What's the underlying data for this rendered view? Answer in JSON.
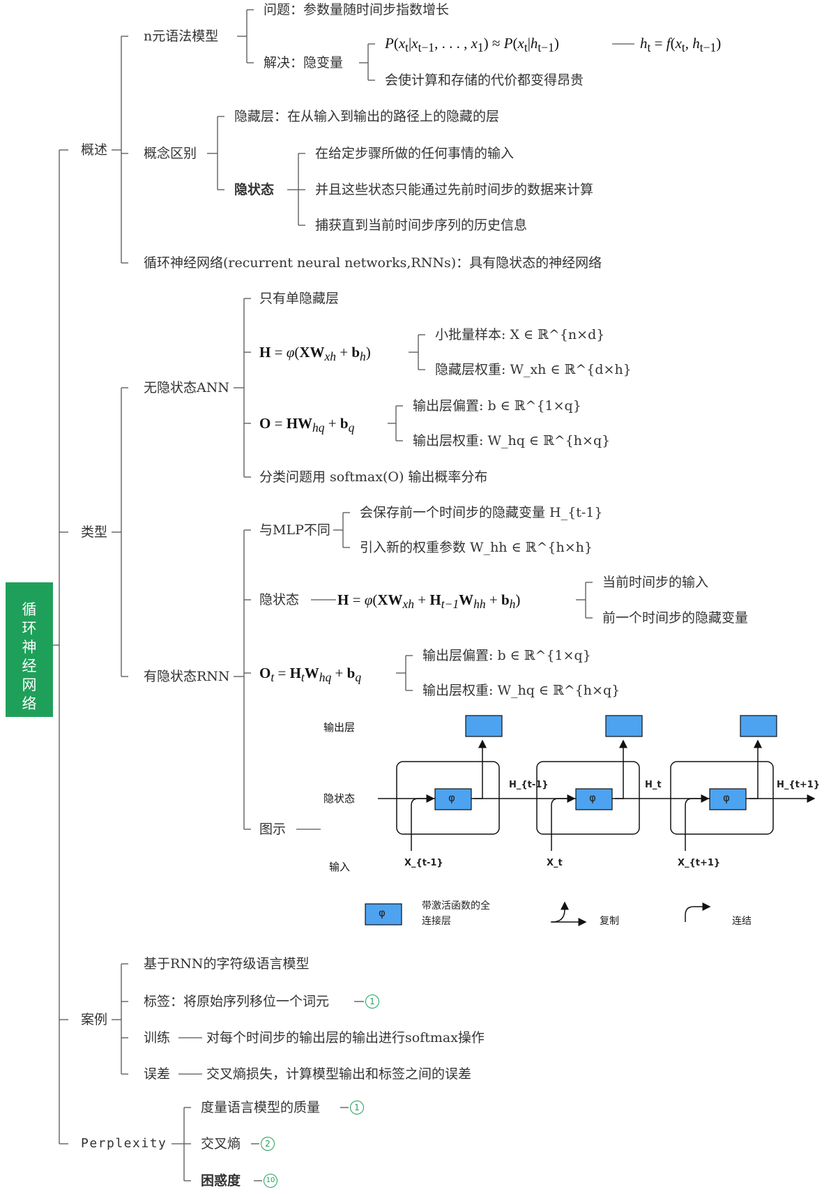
{
  "root": {
    "label": "循环神经网络"
  },
  "overview": {
    "label": "概述",
    "ngram": {
      "label": "n元语法模型",
      "problem": "问题：参数量随时间步指数增长",
      "solution": "解决：隐变量",
      "formula": "P(x_t | x_{t-1}, ..., x_1) ≈ P(x_t | h_{t-1})",
      "formula_h": "h_t = f(x_t, h_{t-1})",
      "cost": "会使计算和存储的代价都变得昂贵"
    },
    "concepts": {
      "label": "概念区别",
      "hidden_layer": "隐藏层：在从输入到输出的路径上的隐藏的层",
      "hidden_state": "隐状态",
      "hs_items": [
        "在给定步骤所做的任何事情的输入",
        "并且这些状态只能通过先前时间步的数据来计算",
        "捕获直到当前时间步序列的历史信息"
      ]
    },
    "rnn_def": "循环神经网络(recurrent neural networks,RNNs)：具有隐状态的神经网络"
  },
  "types": {
    "label": "类型",
    "ann": {
      "label": "无隐状态ANN",
      "single": "只有单隐藏层",
      "h_formula": "H = φ(XW_xh + b_h)",
      "h_items": [
        "小批量样本: X ∈ ℝ^{n×d}",
        "隐藏层权重: W_xh ∈ ℝ^{d×h}"
      ],
      "o_formula": "O = HW_hq + b_q",
      "o_items": [
        "输出层偏置: b ∈ ℝ^{1×q}",
        "输出层权重: W_hq ∈ ℝ^{h×q}"
      ],
      "softmax": "分类问题用 softmax(O) 输出概率分布"
    },
    "rnn": {
      "label": "有隐状态RNN",
      "diff_label": "与MLP不同",
      "diff_items": [
        "会保存前一个时间步的隐藏变量 H_{t-1}",
        "引入新的权重参数 W_hh ∈ ℝ^{h×h}"
      ],
      "hs_label": "隐状态",
      "hs_formula": "H = φ(XW_xh + H_{t-1}W_hh + b_h)",
      "hs_items": [
        "当前时间步的输入",
        "前一个时间步的隐藏变量"
      ],
      "o_formula": "O_t = H_tW_hq + b_q",
      "o_items": [
        "输出层偏置: b ∈ ℝ^{1×q}",
        "输出层权重: W_hq ∈ ℝ^{h×q}"
      ],
      "figure_label": "图示",
      "figure": {
        "row_output": "输出层",
        "row_hidden": "隐状态",
        "row_input": "输入",
        "h_labels": [
          "H_{t-1}",
          "H_t",
          "H_{t+1}"
        ],
        "x_labels": [
          "X_{t-1}",
          "X_t",
          "X_{t+1}"
        ],
        "phi": "φ",
        "legend_fc": "带激活函数的全连接层",
        "legend_copy": "复制",
        "legend_concat": "连结",
        "box_color": "#4da3ef"
      }
    }
  },
  "cases": {
    "label": "案例",
    "items": [
      "基于RNN的字符级语言模型",
      "标签：将原始序列移位一个词元"
    ],
    "badge1": "1",
    "train_label": "训练",
    "train_desc": "对每个时间步的输出层的输出进行softmax操作",
    "error_label": "误差",
    "error_desc": "交叉熵损失，计算模型输出和标签之间的误差"
  },
  "perplexity": {
    "label": "Perplexity",
    "items": [
      "度量语言模型的质量",
      "交叉熵",
      "困惑度"
    ],
    "badges": [
      "1",
      "2",
      "10"
    ]
  },
  "colors": {
    "accent": "#1fa05a",
    "line": "#555555"
  }
}
